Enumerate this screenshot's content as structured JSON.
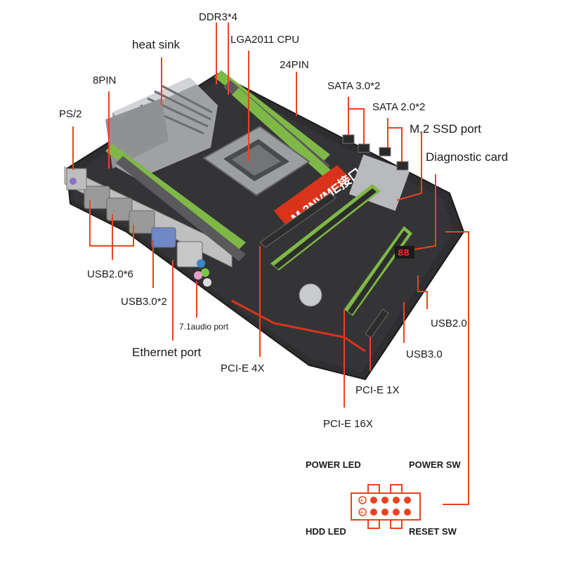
{
  "image": {
    "subject": "motherboard",
    "line_color": "#e8441f",
    "board_color": "#2e2e30",
    "slot_accent_color": "#8fd14f"
  },
  "labels": {
    "ddr3": "DDR3*4",
    "lga2011_cpu": "LGA2011 CPU",
    "heat_sink": "heat sink",
    "pin24": "24PIN",
    "pin8": "8PIN",
    "sata3": "SATA 3.0*2",
    "sata2": "SATA 2.0*2",
    "m2_ssd_port": "M.2 SSD port",
    "diagnostic_card": "Diagnostic card",
    "ps2": "PS/2",
    "usb2x6": "USB2.0*6",
    "usb3x2": "USB3.0*2",
    "audio": "7.1audio port",
    "ethernet": "Ethernet port",
    "pcie4x": "PCI-E 4X",
    "pcie1x": "PCI-E 1X",
    "pcie16x": "PCI-E 16X",
    "usb2": "USB2.0",
    "usb3": "USB3.0",
    "power_led": "POWER LED",
    "power_sw": "POWER SW",
    "hdd_led": "HDD LED",
    "reset_sw": "RESET SW"
  },
  "board_text": {
    "m2_banner": "M.2NVME接口",
    "diag_display": "88"
  }
}
